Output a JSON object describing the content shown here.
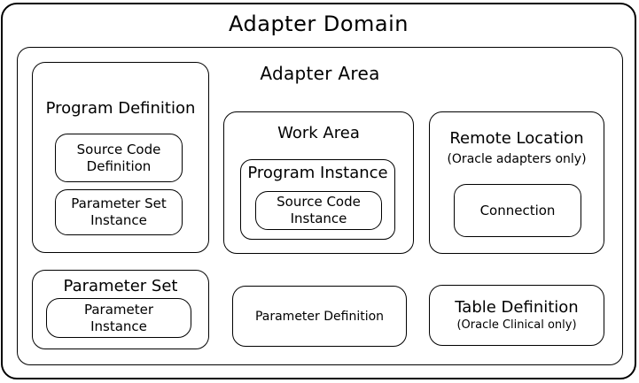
{
  "colors": {
    "border": "#000000",
    "background": "#ffffff",
    "text": "#000000"
  },
  "domain": {
    "title": "Adapter Domain"
  },
  "area": {
    "title": "Adapter Area"
  },
  "program_definition": {
    "title": "Program Definition"
  },
  "source_code_definition": {
    "lines": [
      "Source Code",
      "Definition"
    ]
  },
  "parameter_set_instance": {
    "lines": [
      "Parameter Set",
      "Instance"
    ]
  },
  "work_area": {
    "title": "Work Area"
  },
  "program_instance": {
    "title": "Program Instance"
  },
  "source_code_instance": {
    "lines": [
      "Source Code",
      "Instance"
    ]
  },
  "remote_location": {
    "title": "Remote Location",
    "subtitle": "(Oracle adapters only)"
  },
  "connection": {
    "label": "Connection"
  },
  "parameter_set": {
    "title": "Parameter Set"
  },
  "parameter_instance": {
    "lines": [
      "Parameter",
      "Instance"
    ]
  },
  "parameter_definition": {
    "label": "Parameter Definition"
  },
  "table_definition": {
    "title": "Table Definition",
    "subtitle": "(Oracle Clinical only)"
  }
}
